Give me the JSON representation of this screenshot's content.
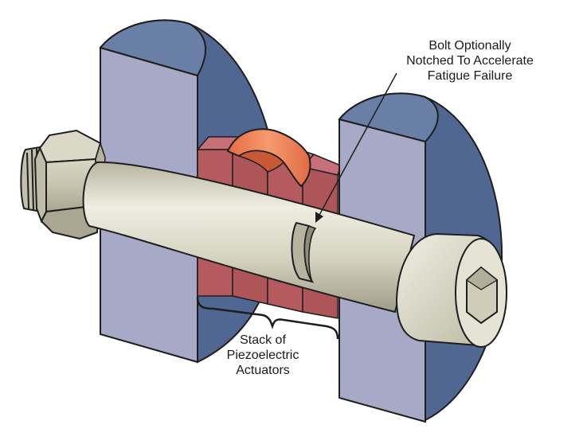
{
  "diagram": {
    "annotations": {
      "bolt_notch": {
        "lines": [
          "Bolt Optionally",
          "Notched To Accelerate",
          "Fatigue Failure"
        ]
      },
      "actuator_stack": {
        "lines": [
          "Stack of",
          "Piezoelectric",
          "Actuators"
        ]
      }
    },
    "components": [
      "left-plate",
      "right-plate",
      "piezo-actuator-stack",
      "copper-clip",
      "bolt-shank",
      "bolt-notch",
      "hex-nut",
      "socket-head-cap"
    ],
    "colors": {
      "plate_face": "#a7a9c6",
      "plate_side": "#4f6791",
      "actuator": "#b55a5f",
      "clip": "#f07e52",
      "bolt": "#d7d6c4",
      "outline": "#1e1e1e"
    }
  }
}
